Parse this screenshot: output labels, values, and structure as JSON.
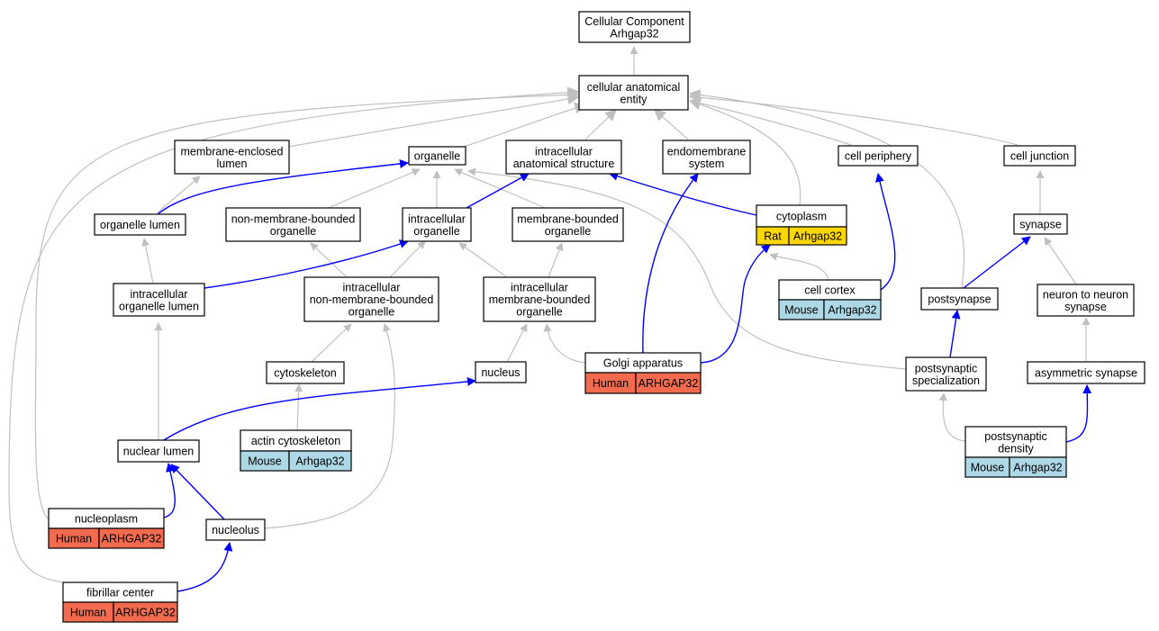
{
  "colors": {
    "human": "#f26b4f",
    "mouse": "#add8e6",
    "rat": "#ffd700",
    "gray_edge": "#c0c0c0",
    "blue_edge": "#0000ff"
  },
  "nodes": {
    "root": {
      "lines": [
        "Cellular Component",
        "Arhgap32"
      ]
    },
    "cae": {
      "lines": [
        "cellular anatomical",
        "entity"
      ]
    },
    "mel": {
      "lines": [
        "membrane-enclosed",
        "lumen"
      ]
    },
    "organelle": {
      "lines": [
        "organelle"
      ]
    },
    "ias": {
      "lines": [
        "intracellular",
        "anatomical structure"
      ]
    },
    "endo": {
      "lines": [
        "endomembrane",
        "system"
      ]
    },
    "cellper": {
      "lines": [
        "cell periphery"
      ]
    },
    "celljunc": {
      "lines": [
        "cell junction"
      ]
    },
    "orglumen": {
      "lines": [
        "organelle lumen"
      ]
    },
    "nmbo": {
      "lines": [
        "non-membrane-bounded",
        "organelle"
      ]
    },
    "intraorg": {
      "lines": [
        "intracellular",
        "organelle"
      ]
    },
    "mbo": {
      "lines": [
        "membrane-bounded",
        "organelle"
      ]
    },
    "cytoplasm": {
      "lines": [
        "cytoplasm"
      ],
      "species": "Rat",
      "gene": "Arhgap32",
      "kind": "rat"
    },
    "synapse": {
      "lines": [
        "synapse"
      ]
    },
    "iol": {
      "lines": [
        "intracellular",
        "organelle lumen"
      ]
    },
    "inmbo": {
      "lines": [
        "intracellular",
        "non-membrane-bounded",
        "organelle"
      ]
    },
    "imbo": {
      "lines": [
        "intracellular",
        "membrane-bounded",
        "organelle"
      ]
    },
    "cortex": {
      "lines": [
        "cell cortex"
      ],
      "species": "Mouse",
      "gene": "Arhgap32",
      "kind": "mouse"
    },
    "postsyn": {
      "lines": [
        "postsynapse"
      ]
    },
    "n2n": {
      "lines": [
        "neuron to neuron",
        "synapse"
      ]
    },
    "cytosk": {
      "lines": [
        "cytoskeleton"
      ]
    },
    "nucleus": {
      "lines": [
        "nucleus"
      ]
    },
    "golgi": {
      "lines": [
        "Golgi apparatus"
      ],
      "species": "Human",
      "gene": "ARHGAP32",
      "kind": "human"
    },
    "pss": {
      "lines": [
        "postsynaptic",
        "specialization"
      ]
    },
    "asym": {
      "lines": [
        "asymmetric synapse"
      ]
    },
    "actin": {
      "lines": [
        "actin cytoskeleton"
      ],
      "species": "Mouse",
      "gene": "Arhgap32",
      "kind": "mouse"
    },
    "nlumen": {
      "lines": [
        "nuclear lumen"
      ]
    },
    "psd": {
      "lines": [
        "postsynaptic",
        "density"
      ],
      "species": "Mouse",
      "gene": "Arhgap32",
      "kind": "mouse"
    },
    "nucleoplasm": {
      "lines": [
        "nucleoplasm"
      ],
      "species": "Human",
      "gene": "ARHGAP32",
      "kind": "human"
    },
    "nucleolus": {
      "lines": [
        "nucleolus"
      ]
    },
    "fibrillar": {
      "lines": [
        "fibrillar center"
      ],
      "species": "Human",
      "gene": "ARHGAP32",
      "kind": "human"
    }
  }
}
